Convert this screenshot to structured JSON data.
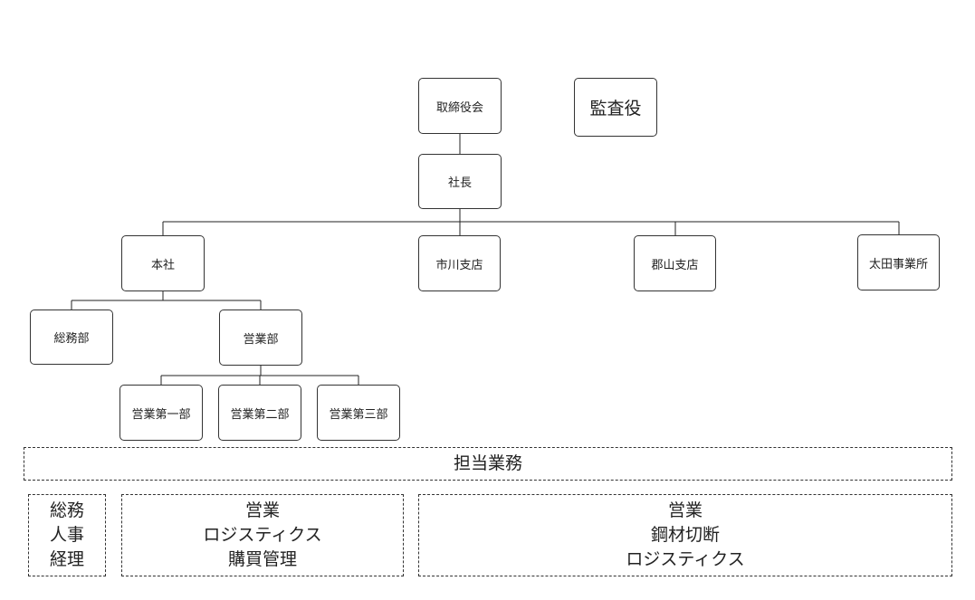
{
  "org": {
    "board": "取締役会",
    "auditor": "監査役",
    "president": "社長",
    "hq": "本社",
    "ichikawa": "市川支店",
    "koriyama": "郡山支店",
    "ota": "太田事業所",
    "general_affairs": "総務部",
    "sales_div": "営業部",
    "sales_1": "営業第一部",
    "sales_2": "営業第二部",
    "sales_3": "営業第三部"
  },
  "duties": {
    "title": "担当業務",
    "group_general": [
      "総務",
      "人事",
      "経理"
    ],
    "group_sales_hq": [
      "営業",
      "ロジスティクス",
      "購買管理"
    ],
    "group_branches": [
      "営業",
      "鋼材切断",
      "ロジスティクス"
    ]
  }
}
